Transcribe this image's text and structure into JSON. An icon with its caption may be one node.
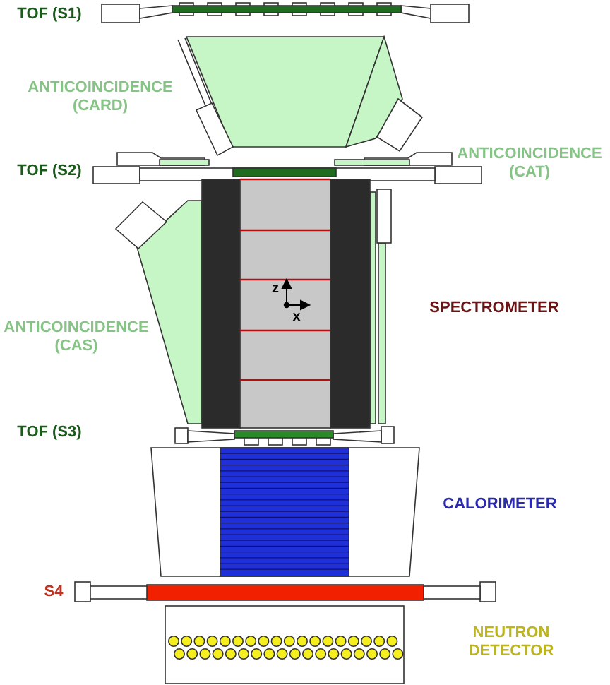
{
  "diagram": {
    "labels": [
      "TOF (S1)",
      "ANTICOINCIDENCE (CARD)",
      "ANTICOINCIDENCE (CAT)",
      "TOF (S2)",
      "z",
      "SPECTROMETER",
      "x",
      "ANTICOINCIDENCE (CAS)",
      "TOF (S3)",
      "CALORIMETER",
      "S4",
      "NEUTRON DETECTOR"
    ]
  }
}
